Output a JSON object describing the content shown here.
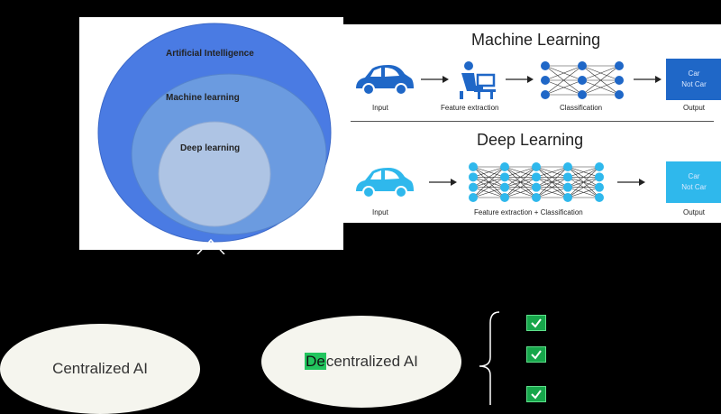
{
  "venn": {
    "outer": "Artificial Intelligence",
    "middle": "Machine learning",
    "inner": "Deep learning"
  },
  "ml": {
    "title": "Machine Learning",
    "input": "Input",
    "feature": "Feature extraction",
    "classification": "Classification",
    "output_label": "Output",
    "out1": "Car",
    "out2": "Not Car"
  },
  "dl": {
    "title": "Deep Learning",
    "input": "Input",
    "feature_class": "Feature extraction + Classification",
    "output_label": "Output",
    "out1": "Car",
    "out2": "Not Car"
  },
  "bottom": {
    "centralized": "Centralized AI",
    "decentralized_prefix": "De",
    "decentralized_rest": "centralized AI"
  },
  "colors": {
    "venn_outer": "#4a7be3",
    "venn_middle": "#6b9be0",
    "venn_inner": "#aec4e4",
    "ml_blue": "#1f67c7",
    "dl_cyan": "#2fb8ec",
    "check_green": "#17a64b",
    "highlight": "#22c55e"
  },
  "icons": [
    "car-icon",
    "person-computer-icon",
    "neural-network-icon",
    "arrow-right-icon",
    "brace-icon",
    "checkbox-icon"
  ]
}
